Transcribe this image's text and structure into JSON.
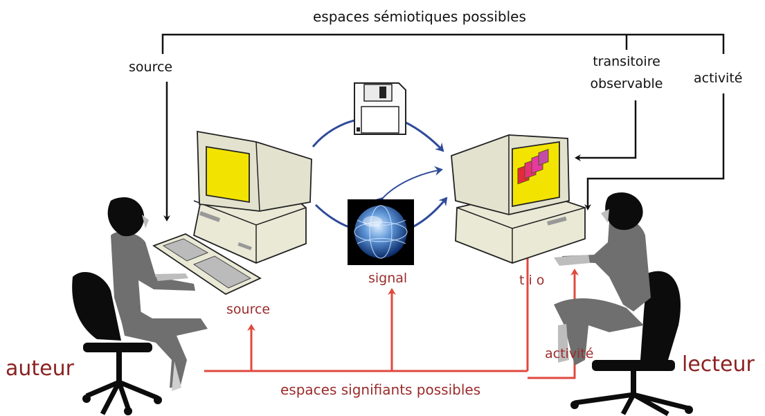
{
  "labels": {
    "top_title": "espaces sémiotiques possibles",
    "source_top": "source",
    "transitoire_line1": "transitoire",
    "transitoire_line2": "observable",
    "activite_top": "activité",
    "signal": "signal",
    "tio": "t i o",
    "source_red": "source",
    "activite_red": "activité",
    "bottom_title": "espaces signifiants possibles",
    "auteur": "auteur",
    "lecteur": "lecteur"
  },
  "colors": {
    "semiotic_lines": "#111111",
    "signifying_lines": "#e0483c",
    "transfer_arrows": "#2f4a9a",
    "screen_left": "#f2e400",
    "screen_right": "#f2e400",
    "computer_body": "#e9e9d6",
    "figure_grey": "#6f6f6f",
    "chair_black": "#0c0c0c",
    "label_red": "#8b2222"
  },
  "icons": {
    "floppy": "floppy-disk-icon",
    "globe": "network-globe-icon"
  }
}
